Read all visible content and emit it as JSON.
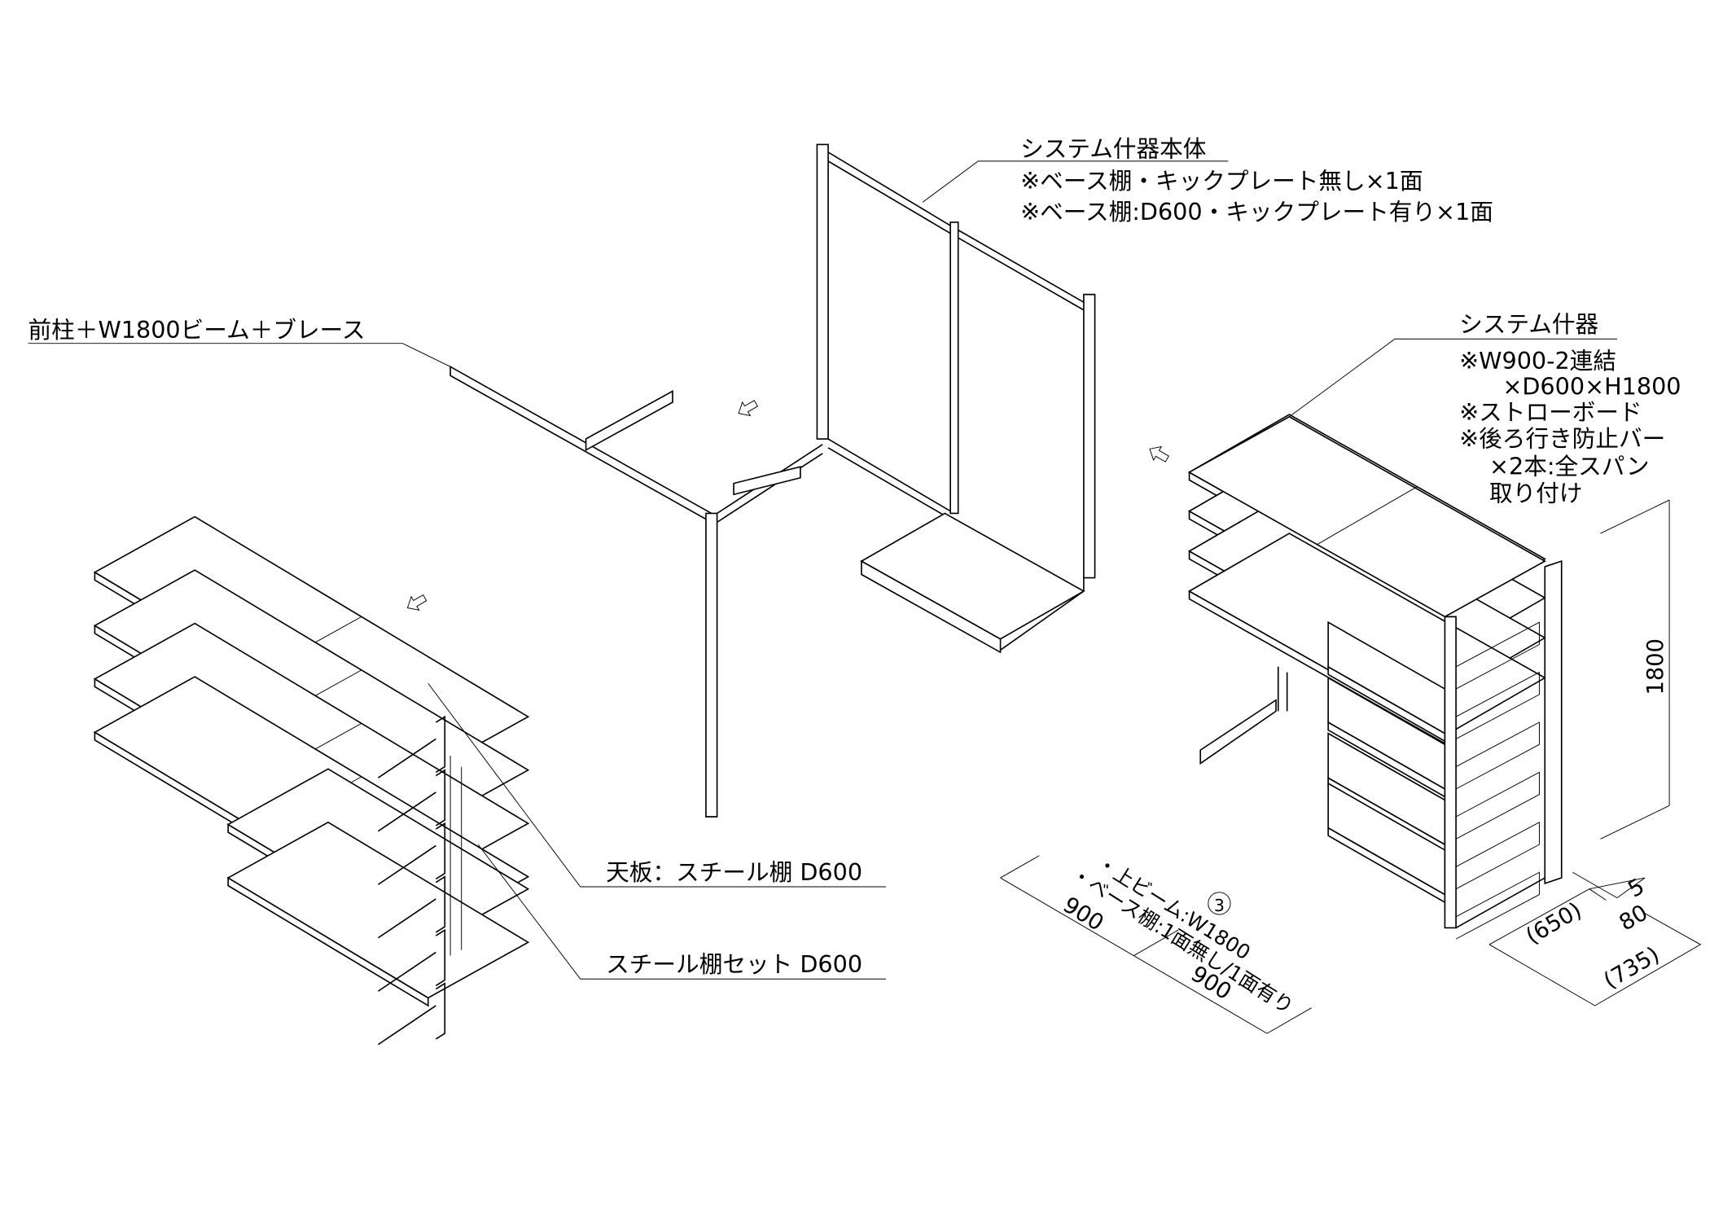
{
  "labels": {
    "main_body": {
      "title": "システム什器本体",
      "lines": [
        "※ベース棚・キックプレート無し×1面",
        "※ベース棚:D600・キックプレート有り×1面"
      ]
    },
    "front_post": {
      "title": "前柱＋W1800ビーム＋ブレース"
    },
    "system_fixture": {
      "title": "システム什器",
      "lines": [
        "※W900-2連結",
        "×D600×H1800",
        "※ストローボード",
        "※後ろ行き防止バー",
        "×2本:全スパン",
        "取り付け"
      ]
    },
    "top_board": {
      "title": "天板：スチール棚 D600"
    },
    "shelf_set": {
      "title": "スチール棚セット D600"
    }
  },
  "dimensions": {
    "height": "1800",
    "width_1": "900",
    "width_2": "900",
    "depth_inner": "(650)",
    "base_extra": "80",
    "gap": "5",
    "depth_total": "(735)"
  },
  "notes": {
    "circle_number": "3",
    "upper_beam": "・上ビーム:W1800",
    "base_shelf": "・ベース棚:1面無し/1面有り"
  }
}
